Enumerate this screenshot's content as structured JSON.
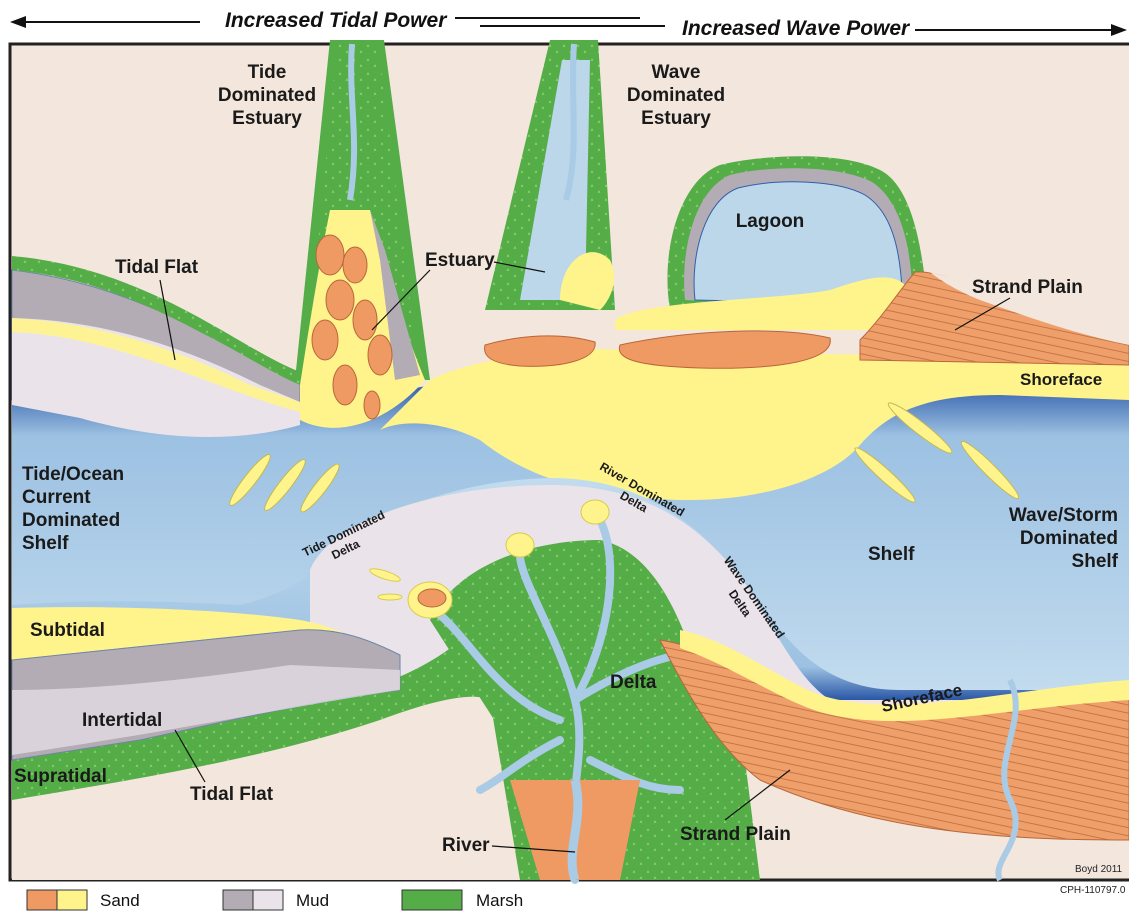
{
  "header": {
    "tidal_power": "Increased Tidal Power",
    "wave_power": "Increased Wave Power"
  },
  "labels": {
    "tide_estuary": [
      "Tide",
      "Dominated",
      "Estuary"
    ],
    "wave_estuary": [
      "Wave",
      "Dominated",
      "Estuary"
    ],
    "tidal_flat_top": "Tidal Flat",
    "estuary": "Estuary",
    "lagoon": "Lagoon",
    "strand_plain_top": "Strand Plain",
    "shoreface_top": "Shoreface",
    "tide_ocean_shelf": [
      "Tide/Ocean",
      "Current",
      "Dominated",
      "Shelf"
    ],
    "tide_delta": [
      "Tide Dominated",
      "Delta"
    ],
    "river_delta": [
      "River Dominated",
      "Delta"
    ],
    "wave_delta": [
      "Wave Dominated",
      "Delta"
    ],
    "shelf": "Shelf",
    "wave_storm_shelf": [
      "Wave/Storm",
      "Dominated",
      "Shelf"
    ],
    "subtidal": "Subtidal",
    "intertidal": "Intertidal",
    "supratidal": "Supratidal",
    "tidal_flat_bottom": "Tidal Flat",
    "delta": "Delta",
    "shoreface_bottom": "Shoreface",
    "strand_plain_bottom": "Strand Plain",
    "river": "River",
    "credit": "Boyd 2011",
    "figure_id": "CPH-110797.0"
  },
  "legend": [
    {
      "label": "Sand",
      "colors": [
        "#ef9a63",
        "#fff48c"
      ]
    },
    {
      "label": "Mud",
      "colors": [
        "#b3acb4",
        "#ebe3ea"
      ]
    },
    {
      "label": "Marsh",
      "colors": [
        "#54ad47"
      ]
    }
  ],
  "colors": {
    "land": "#f3e6dc",
    "water": "#bcd6ea",
    "deep_water": "#2f5faa",
    "sand_light": "#fff48c",
    "sand_dark": "#ef9a63",
    "mud": "#b3acb4",
    "mud_light": "#ebe3ea",
    "marsh": "#54ad47"
  }
}
